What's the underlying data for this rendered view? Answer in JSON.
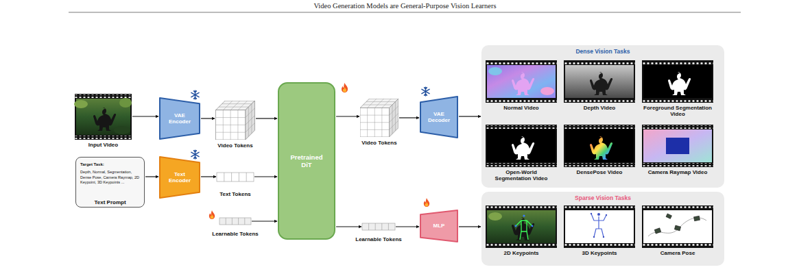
{
  "diagram": {
    "title": "Video Generation Models are General-Purpose Vision Learners",
    "nodes": [
      {
        "text": [
          "Input Video"
        ]
      },
      {
        "text": [
          "VAE Encoder"
        ]
      },
      {
        "text": [
          "Video Tokens"
        ]
      },
      {
        "text": [
          "Target Task:",
          "Depth, Normal, Segmentation, Dense Pose, Camera Raymap, 2D Keypoint, 3D Keypoints ...",
          "Text Prompt"
        ]
      },
      {
        "text": [
          "Text Encoder"
        ]
      },
      {
        "text": [
          "Text Tokens"
        ]
      },
      {
        "text": [
          "Learnable Tokens"
        ]
      },
      {
        "text": [
          "Pretrained DiT"
        ]
      },
      {
        "text": [
          "Video Tokens"
        ]
      },
      {
        "text": [
          "VAE Decoder"
        ]
      },
      {
        "text": [
          "Learnable Tokens"
        ]
      },
      {
        "text": [
          "MLP"
        ]
      },
      {
        "text": [
          "Dense Vision Tasks"
        ]
      },
      {
        "text": [
          "Normal Video"
        ],
        "in": 12
      },
      {
        "text": [
          "Depth Video"
        ],
        "in": 12
      },
      {
        "text": [
          "Foreground Segmentation Video"
        ],
        "in": 12
      },
      {
        "text": [
          "Open-World Segmentation Video"
        ],
        "in": 12
      },
      {
        "text": [
          "DensePose Video"
        ],
        "in": 12
      },
      {
        "text": [
          "Camera Raymap Video"
        ],
        "in": 12
      },
      {
        "text": [
          "Sparse Vision Tasks"
        ]
      },
      {
        "text": [
          "2D Keypoints"
        ],
        "in": 19
      },
      {
        "text": [
          "3D Keypoints"
        ],
        "in": 19
      },
      {
        "text": [
          "Camera Pose"
        ],
        "in": 19
      }
    ],
    "edges": [
      {
        "from": 0,
        "to": 1,
        "arrow": "to"
      },
      {
        "from": 1,
        "to": 2,
        "arrow": "to"
      },
      {
        "from": 2,
        "to": 7,
        "arrow": "to"
      },
      {
        "from": 3,
        "to": 4,
        "arrow": "to"
      },
      {
        "from": 4,
        "to": 5,
        "arrow": "to"
      },
      {
        "from": 5,
        "to": 7,
        "arrow": "to"
      },
      {
        "from": 6,
        "to": 7,
        "arrow": "to"
      },
      {
        "from": 7,
        "to": 8,
        "arrow": "to"
      },
      {
        "from": 8,
        "to": 9,
        "arrow": "to"
      },
      {
        "from": 9,
        "to": 12,
        "arrow": "to"
      },
      {
        "from": 7,
        "to": 10,
        "arrow": "to"
      },
      {
        "from": 10,
        "to": 11,
        "arrow": "to"
      },
      {
        "from": 11,
        "to": 19,
        "arrow": "to"
      }
    ]
  }
}
